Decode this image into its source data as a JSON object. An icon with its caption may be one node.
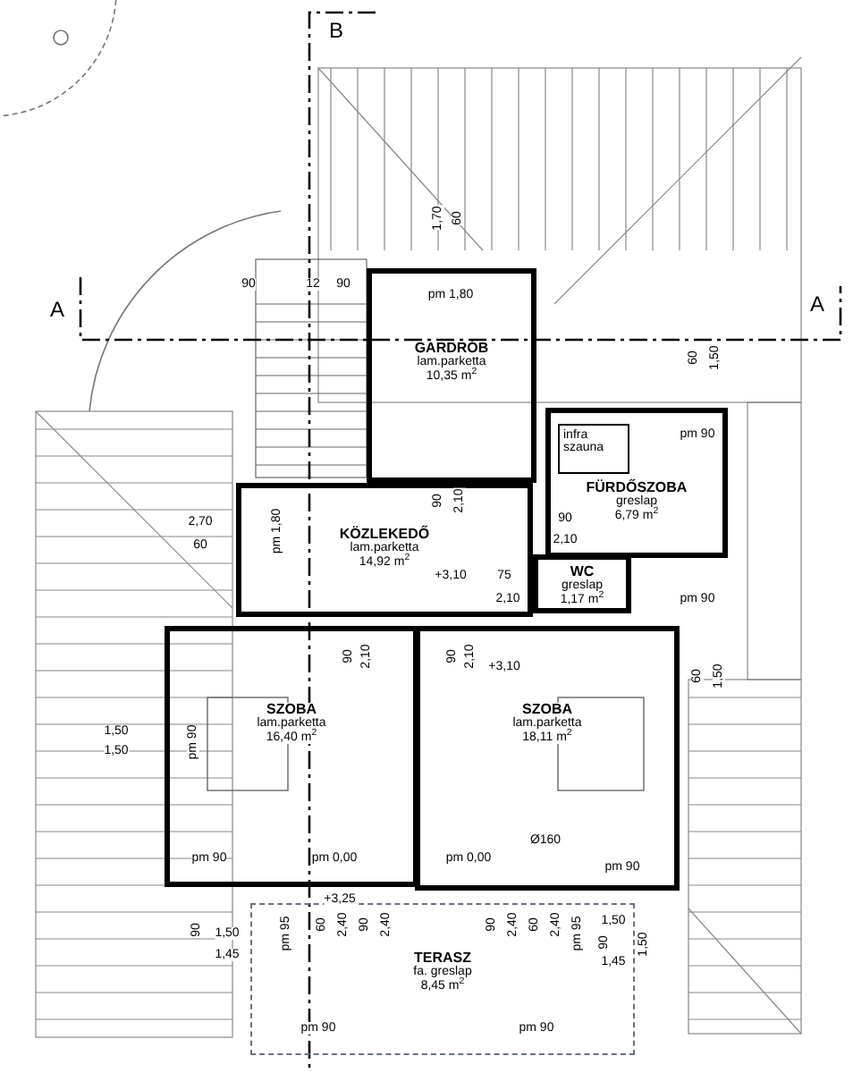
{
  "diagram": {
    "nodes": [
      {
        "text": [
          "GARDRÓB",
          "lam.parketta",
          "10,35 m$^{2}$"
        ]
      },
      {
        "text": [
          "FÜRDŐSZOBA",
          "greslap",
          "6,79 m$^{2}$"
        ]
      },
      {
        "text": [
          "infra szauna"
        ],
        "in": 1
      },
      {
        "text": [
          "KÖZLEKEDŐ",
          "lam.parketta",
          "14,92 m$^{2}$"
        ]
      },
      {
        "text": [
          "WC",
          "greslap",
          "1,17 m$^{2}$"
        ]
      },
      {
        "text": [
          "SZOBA",
          "lam.parketta",
          "16,40 m$^{2}$"
        ]
      },
      {
        "text": [
          "SZOBA",
          "lam.parketta",
          "18,11 m$^{2}$"
        ]
      },
      {
        "text": [
          "TERASZ",
          "fa. greslap",
          "8,45 m$^{2}$"
        ]
      }
    ],
    "labels": [
      "B",
      "1,70",
      "60",
      "A",
      "A",
      "90",
      "12",
      "90",
      "pm 1,80",
      "60",
      "1,50",
      "pm 90",
      "90",
      "2,10",
      "90",
      "2,10",
      "2,70",
      "60",
      "pm 1,80",
      "+3,10",
      "75",
      "2,10",
      "pm 90",
      "90",
      "2,10",
      "90",
      "2,10",
      "+3,10",
      "60",
      "1,50",
      "1,50",
      "1,50",
      "pm 90",
      "pm 90",
      "pm 0,00",
      "pm 0,00",
      "Ø160",
      "pm 90",
      "+3,25",
      "90",
      "1,50",
      "1,45",
      "pm 95",
      "60",
      "2,40",
      "90",
      "2,40",
      "90",
      "2,40",
      "60",
      "2,40",
      "pm 95",
      "1,50",
      "90",
      "1,45",
      "1,50",
      "pm 90",
      "pm 90"
    ]
  }
}
